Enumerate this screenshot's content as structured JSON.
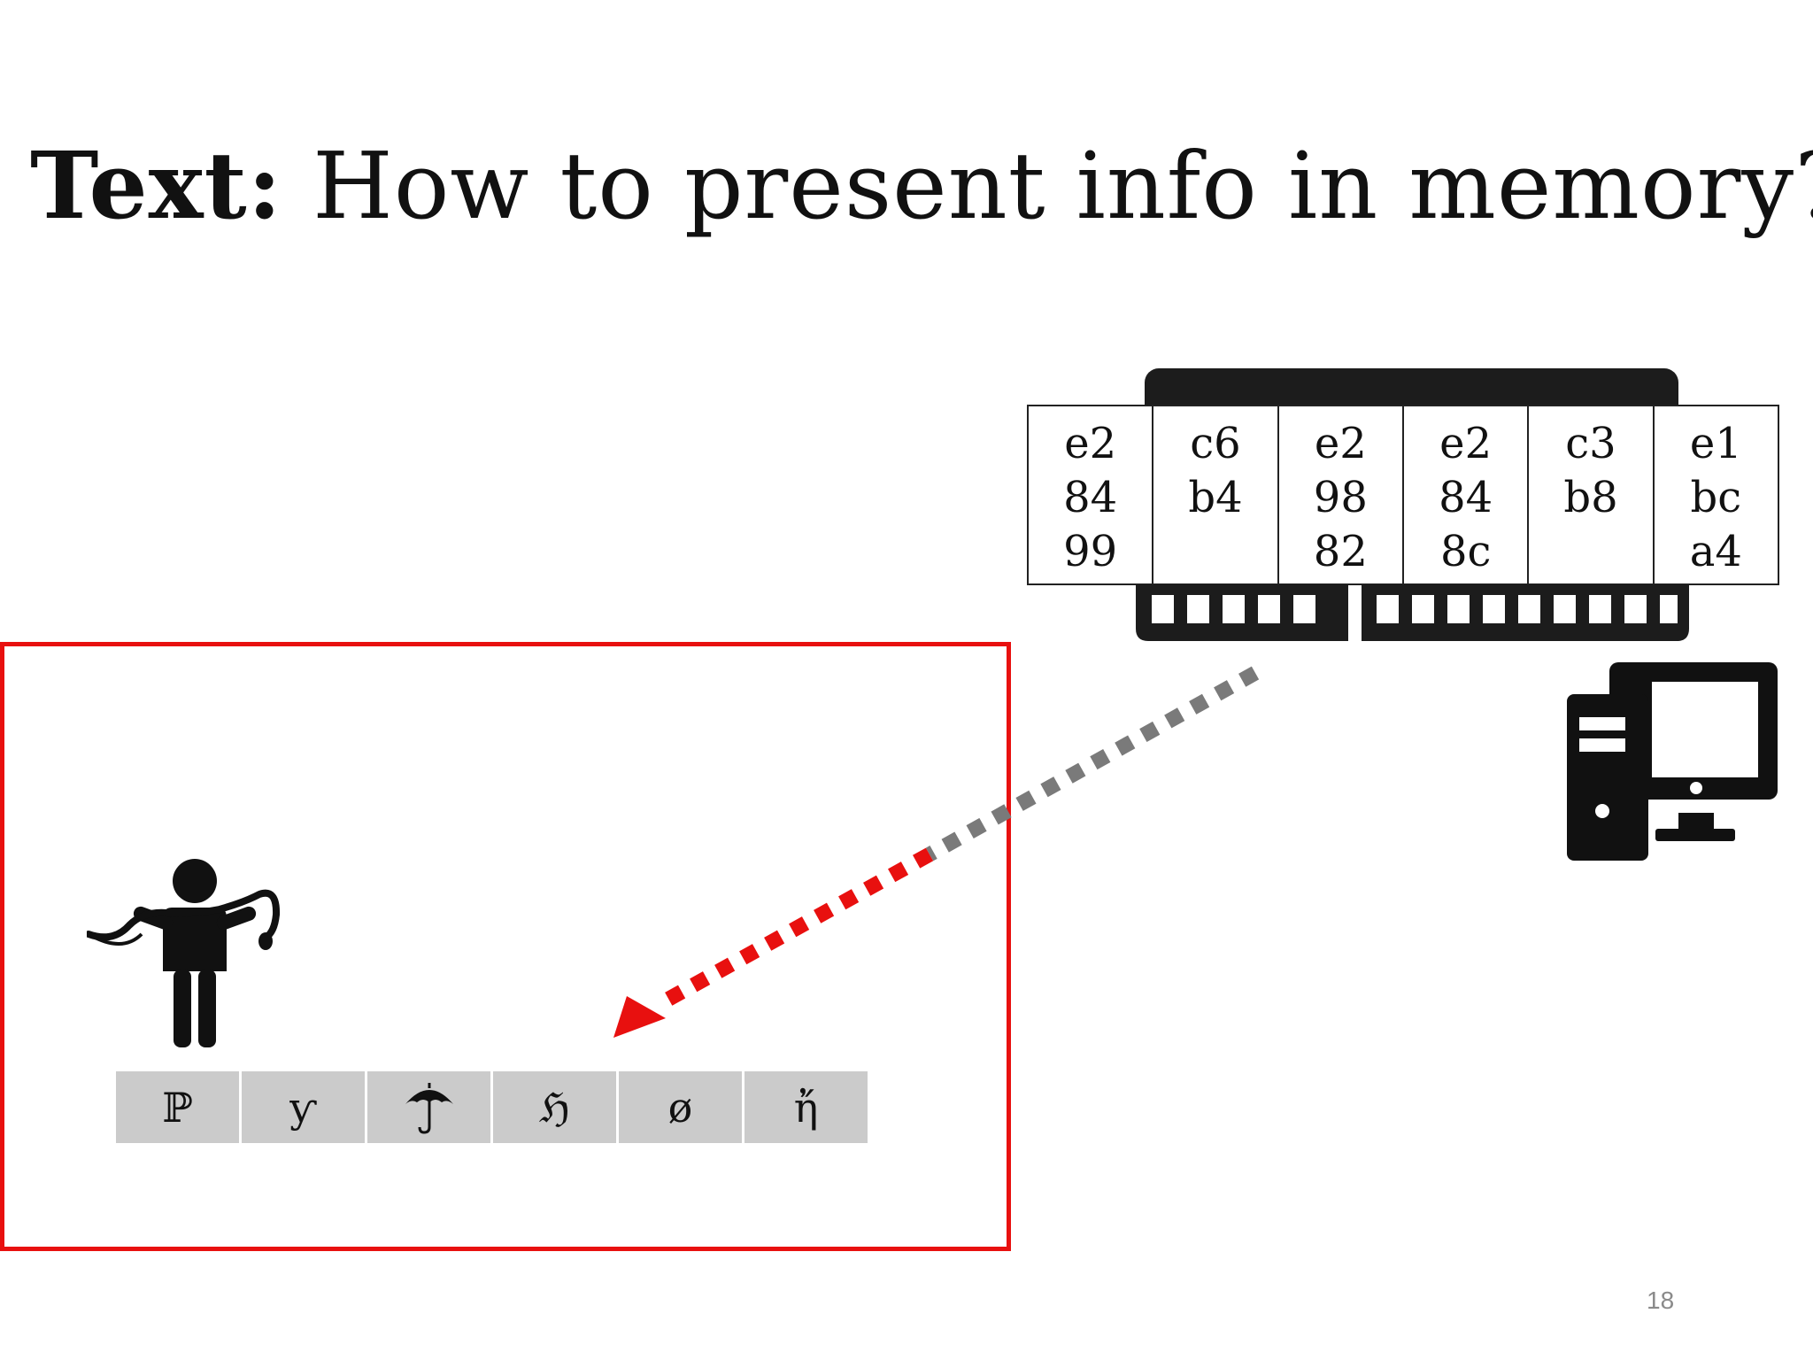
{
  "slide": {
    "title_bold": "Text:",
    "title_rest": "How to present info in memory?",
    "page_number": "18"
  },
  "memory_bytes": [
    [
      "e2",
      "84",
      "99"
    ],
    [
      "c6",
      "b4",
      ""
    ],
    [
      "e2",
      "98",
      "82"
    ],
    [
      "e2",
      "84",
      "8c"
    ],
    [
      "c3",
      "b8",
      ""
    ],
    [
      "e1",
      "bc",
      "a4"
    ]
  ],
  "characters": [
    "ℙ",
    "ƴ",
    "☂",
    "ℌ",
    "ø",
    "ἤ"
  ],
  "colors": {
    "frame": "#e8100f",
    "arrow_near": "#e8100f",
    "arrow_far": "#7a7a7a",
    "char_cell": "#cbcbcb",
    "ram": "#1c1c1c"
  },
  "icons": [
    "ram-module-icon",
    "desktop-computer-icon",
    "person-with-python-icon",
    "umbrella-icon"
  ]
}
